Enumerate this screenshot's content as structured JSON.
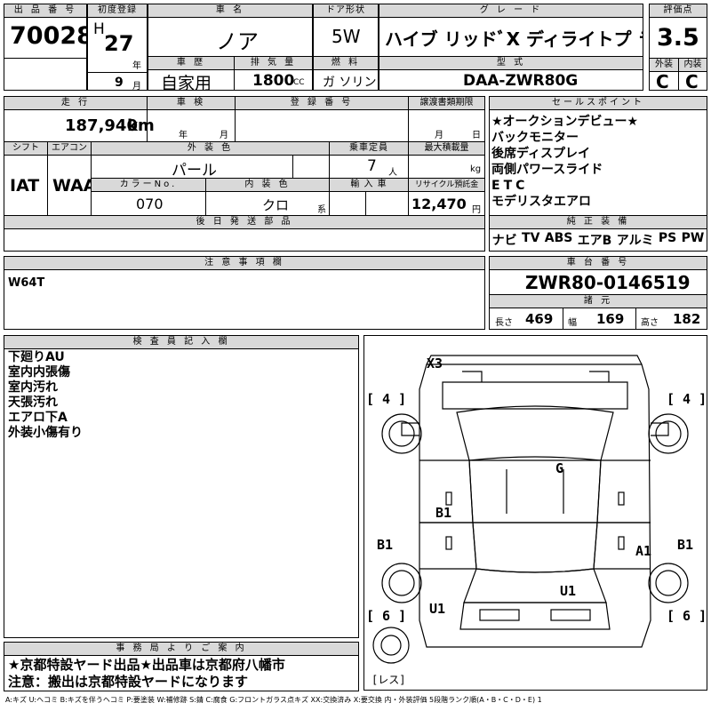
{
  "header": {
    "lot_label": "出 品 番 号",
    "lot_no": "70028",
    "first_reg_label": "初度登録",
    "era": "H",
    "year": "27",
    "year_unit": "年",
    "month": "9",
    "month_unit": "月",
    "car_name_label": "車 名",
    "car_name": "ノア",
    "door_label": "ドア形状",
    "door": "5W",
    "grade_label": "グ レ ー ド",
    "grade": "ハイブ リッドﾞX ディライトプ ラス",
    "score_label": "評価点",
    "score": "3.5",
    "ext_label": "外装",
    "ext_score": "C",
    "int_label": "内装",
    "int_score": "C",
    "history_label": "車 歴",
    "history": "自家用",
    "displacement_label": "排 気 量",
    "displacement": "1800",
    "displacement_unit": "CC",
    "fuel_label": "燃 料",
    "fuel": "ガ ソリン",
    "model_label": "型 式",
    "model": "DAA-ZWR80G"
  },
  "spec": {
    "mileage_label": "走 行",
    "mileage": "187,940",
    "mileage_unit": "km",
    "inspection_label": "車 検",
    "insp_year_unit": "年",
    "insp_month_unit": "月",
    "reg_no_label": "登 録 番 号",
    "transfer_label": "譲渡書類期限",
    "transfer_month_unit": "月",
    "transfer_day_unit": "日",
    "shift_label": "シフト",
    "shift": "IAT",
    "ac_label": "エアコン",
    "ac": "WAA",
    "exterior_color_label": "外 装 色",
    "exterior_color": "パール",
    "capacity_label": "乗車定員",
    "capacity": "7",
    "capacity_unit": "人",
    "load_label": "最大積載量",
    "load_unit": "kg",
    "color_no_label": "カラーNo.",
    "color_no": "070",
    "interior_color_label": "内 装 色",
    "interior_color": "クロ",
    "interior_unit": "系",
    "import_label": "輸 入 車",
    "recycle_label": "リサイクル預託金",
    "recycle": "12,470",
    "recycle_unit": "円",
    "later_parts_label": "後 日 発 送 部 品"
  },
  "sales_points": {
    "label": "セールスポイント",
    "items": [
      "★オークションデビュー★",
      "バックモニター",
      "後席ディスプレイ",
      "両側パワースライド",
      "ETC",
      "モデリスタエアロ"
    ]
  },
  "equipment": {
    "label": "純 正 装 備",
    "items": [
      "ナビ",
      "TV",
      "ABS",
      "エアB",
      "アルミ",
      "PS",
      "PW"
    ]
  },
  "caution": {
    "label": "注 意 事 項 欄",
    "text": "W64T"
  },
  "chassis": {
    "label": "車 台 番 号",
    "number": "ZWR80-0146519",
    "dims_label": "諸 元",
    "length_label": "長さ",
    "length": "469",
    "width_label": "幅",
    "width": "169",
    "height_label": "高さ",
    "height": "182"
  },
  "inspector": {
    "label": "検 査 員 記 入 欄",
    "lines": [
      "下廻りAU",
      "室内内張傷",
      "室内汚れ",
      "天張汚れ",
      "エアロ下A",
      "外装小傷有り"
    ]
  },
  "diagram": {
    "marks": {
      "x3": "X3",
      "g": "G",
      "b1_center": "B1",
      "b1_left": "B1",
      "b1_right": "B1",
      "a1": "A1",
      "u1_rear": "U1",
      "u1_left": "U1",
      "tire_fl": "[ 4 ]",
      "tire_fr": "[ 4 ]",
      "tire_rl": "[ 6 ]",
      "tire_rr": "[ 6 ]",
      "spare": "[レス]"
    }
  },
  "office": {
    "label": "事 務 局 よ り ご 案 内",
    "lines": [
      "★京都特設ヤード出品★出品車は京都府八幡市",
      "注意：搬出は京都特設ヤードになります"
    ]
  },
  "legend": "A:キズ U:ヘコミ B:キズを伴うヘコミ P:要塗装 W:補修跡 S:錆 C:腐食 G:フロントガラス点キズ XX:交換済み X:要交換 内・外装評価 5段階ランク順(A・B・C・D・E) 1"
}
